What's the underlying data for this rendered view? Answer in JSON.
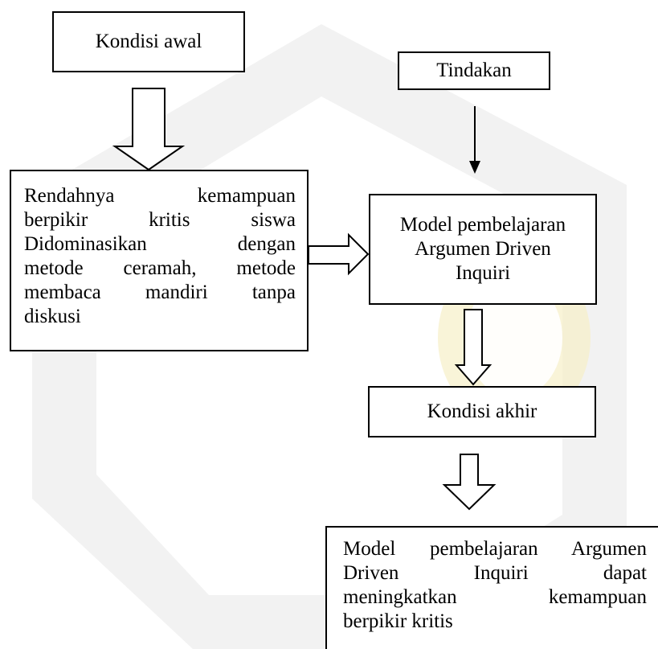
{
  "diagram": {
    "kondisi_awal": "Kondisi awal",
    "tindakan": "Tindakan",
    "rendahnya_lines": [
      "Rendahnya kemampuan",
      "berpikir kritis siswa",
      "Didominasikan dengan",
      "metode ceramah, metode",
      "membaca mandiri tanpa",
      "diskusi"
    ],
    "model_lines": [
      "Model pembelajaran",
      "Argumen Driven",
      "Inquiri"
    ],
    "kondisi_akhir": "Kondisi akhir",
    "hasil_lines": [
      "Model pembelajaran Argumen",
      "Driven Inquiri dapat",
      "meningkatkan kemampuan",
      "berpikir kritis"
    ]
  },
  "colors": {
    "stroke": "#000000",
    "watermark": "#f2f2f2",
    "watermark_gold": "#f7efc8"
  }
}
